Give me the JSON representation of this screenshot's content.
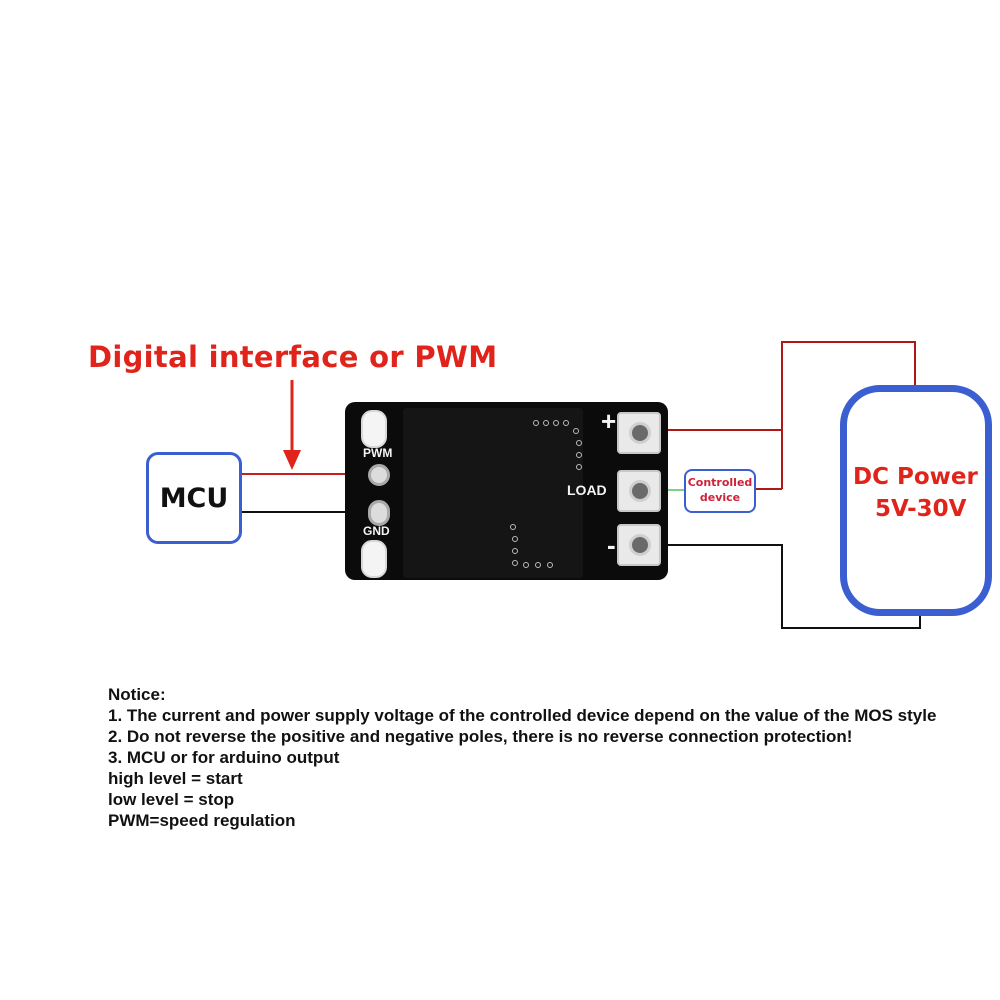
{
  "headline": {
    "text": "Digital interface or PWM",
    "color": "#e0241c"
  },
  "mcu": {
    "label": "MCU"
  },
  "board": {
    "pwm_label": "PWM",
    "gnd_label": "GND",
    "plus_label": "+",
    "load_label": "LOAD",
    "minus_label": "-"
  },
  "controlled_device": {
    "line1": "Controlled",
    "line2": "device",
    "color": "#d0203a"
  },
  "dc_power": {
    "title": "DC Power",
    "voltage": "5V-30V"
  },
  "notice": {
    "heading": "Notice:",
    "lines": [
      "1. The current and power supply voltage of the controlled device depend on the value of the MOS style",
      "2. Do not reverse the positive and negative poles, there is no reverse connection protection!",
      "3. MCU or for arduino output",
      "high level = start",
      "low level = stop",
      "PWM=speed regulation"
    ]
  },
  "colors": {
    "accent_red": "#e0241c",
    "wire_red": "#b01818",
    "wire_black": "#111111",
    "wire_green": "#7fd07f",
    "box_blue": "#3b5fd1"
  },
  "icons": [
    "down-arrow-icon",
    "screw-terminal-icon",
    "solder-pad-icon"
  ]
}
